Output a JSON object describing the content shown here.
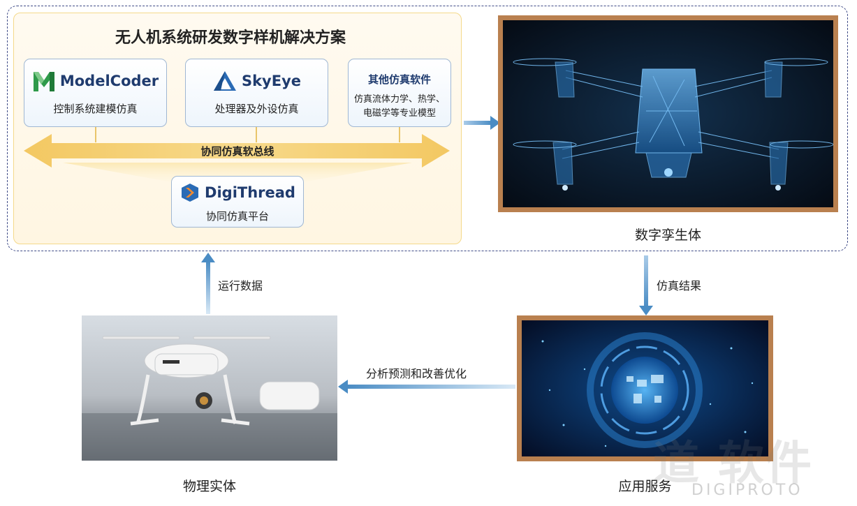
{
  "solution": {
    "title": "无人机系统研发数字样机解决方案",
    "modelcoder": {
      "brand": "ModelCoder",
      "sub": "控制系统建模仿真",
      "icon": "m-logo-icon"
    },
    "skyeye": {
      "brand": "SkyEye",
      "sub": "处理器及外设仿真",
      "icon": "triangle-logo-icon"
    },
    "other": {
      "title": "其他仿真软件",
      "desc_line1": "仿真流体力学、热学、",
      "desc_line2": "电磁学等专业模型"
    },
    "bus_label": "协同仿真软总线",
    "digithread": {
      "brand": "DigiThread",
      "sub": "协同仿真平台",
      "icon": "hexagon-logo-icon"
    }
  },
  "digital_twin": {
    "caption": "数字孪生体"
  },
  "physical": {
    "caption": "物理实体"
  },
  "service": {
    "caption": "应用服务"
  },
  "flows": {
    "run_data": "运行数据",
    "sim_result": "仿真结果",
    "analysis": "分析预测和改善优化"
  },
  "watermark": {
    "cn": "道 软件",
    "en": "DIGIPROTO"
  },
  "colors": {
    "panel_border": "#f4d98a",
    "card_border": "#9fb7d3",
    "brand_text": "#1f3b6e",
    "frame_border": "#b9804f",
    "arrow_blue": "#4a8cc4",
    "dash": "#3e4a86"
  }
}
